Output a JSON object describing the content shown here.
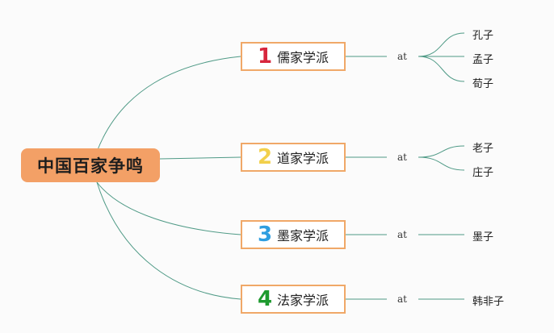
{
  "root": {
    "label": "中国百家争鸣"
  },
  "branches": [
    {
      "number": "1",
      "number_color": "#d7263d",
      "label": "儒家学派",
      "relation": "at",
      "leaves": [
        "孔子",
        "孟子",
        "荀子"
      ]
    },
    {
      "number": "2",
      "number_color": "#f2d04b",
      "label": "道家学派",
      "relation": "at",
      "leaves": [
        "老子",
        "庄子"
      ]
    },
    {
      "number": "3",
      "number_color": "#2e9ee0",
      "label": "墨家学派",
      "relation": "at",
      "leaves": [
        "墨子"
      ]
    },
    {
      "number": "4",
      "number_color": "#1e9a2f",
      "label": "法家学派",
      "relation": "at",
      "leaves": [
        "韩非子"
      ]
    }
  ],
  "colors": {
    "edge": "#4f9a86",
    "root_fill": "#f3a066",
    "branch_border": "#f0a868"
  }
}
